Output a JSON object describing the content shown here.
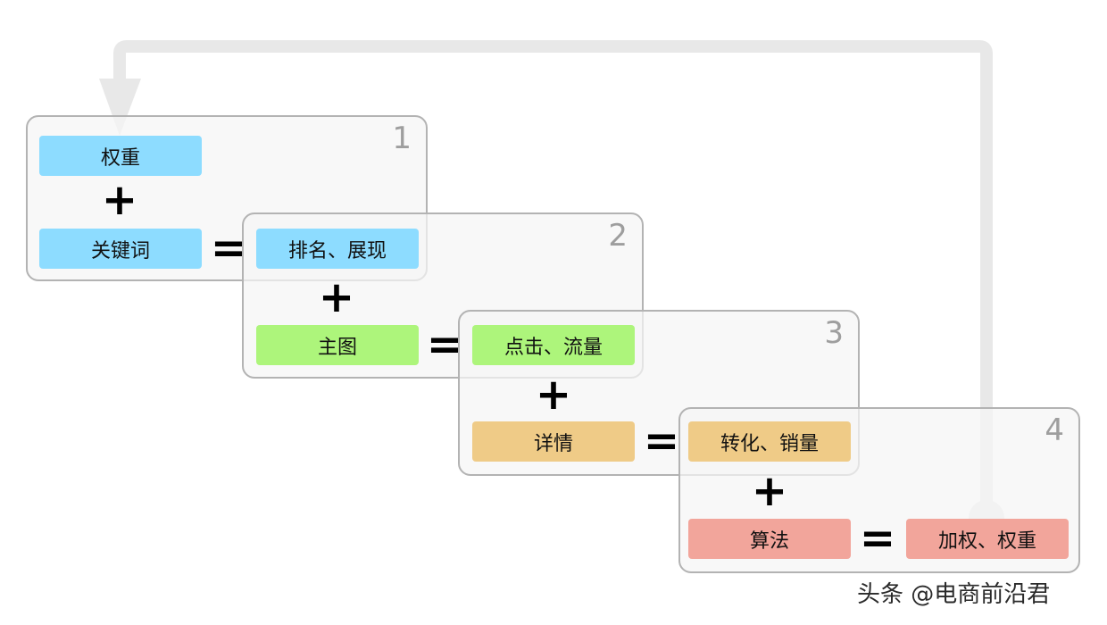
{
  "colors": {
    "blue": "#8ddcff",
    "green": "#adf57b",
    "orange": "#efcb87",
    "red": "#f2a59b",
    "arrow": "#e8e8e8"
  },
  "operators": {
    "plus": "+",
    "equals": "="
  },
  "steps": [
    {
      "number": "1",
      "top_box": "权重",
      "input": "关键词",
      "result": "排名、展现",
      "color": "blue"
    },
    {
      "number": "2",
      "input": "主图",
      "result": "点击、流量",
      "color": "green"
    },
    {
      "number": "3",
      "input": "详情",
      "result": "转化、销量",
      "color": "orange"
    },
    {
      "number": "4",
      "input": "算法",
      "result": "加权、权重",
      "color": "red"
    }
  ],
  "watermark": "头条 @电商前沿君"
}
